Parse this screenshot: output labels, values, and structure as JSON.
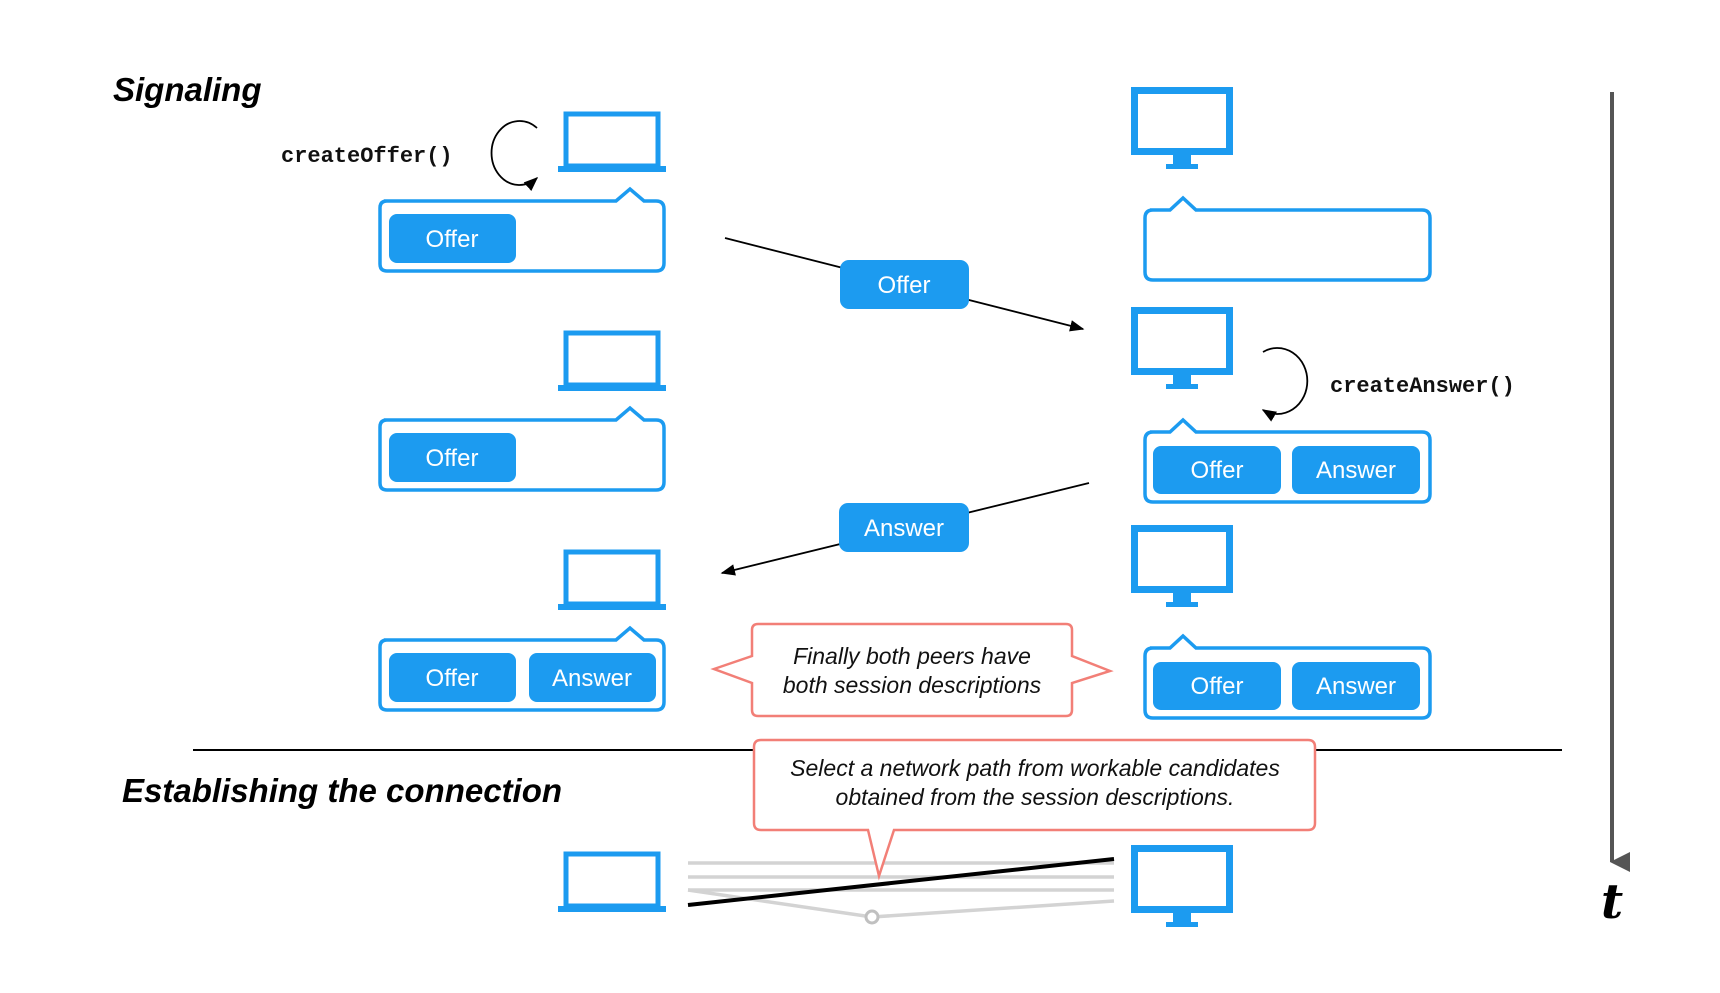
{
  "sections": {
    "signaling": "Signaling",
    "establishing": "Establishing the connection"
  },
  "calls": {
    "create_offer": "createOffer()",
    "create_answer": "createAnswer()"
  },
  "descriptions": {
    "offer": "Offer",
    "answer": "Answer"
  },
  "notes": {
    "both_peers": [
      "Finally both peers have",
      "both session descriptions"
    ],
    "select_path": [
      "Select a network path from workable candidates",
      "obtained from the session descriptions."
    ]
  },
  "time_axis_label": "t",
  "colors": {
    "device_blue": "#1c9bf0",
    "note_border": "#f27f77",
    "candidate_gray": "#d3d3d3",
    "selected_path": "#000000"
  },
  "icons": {
    "caller": "laptop-icon",
    "callee": "monitor-icon"
  }
}
